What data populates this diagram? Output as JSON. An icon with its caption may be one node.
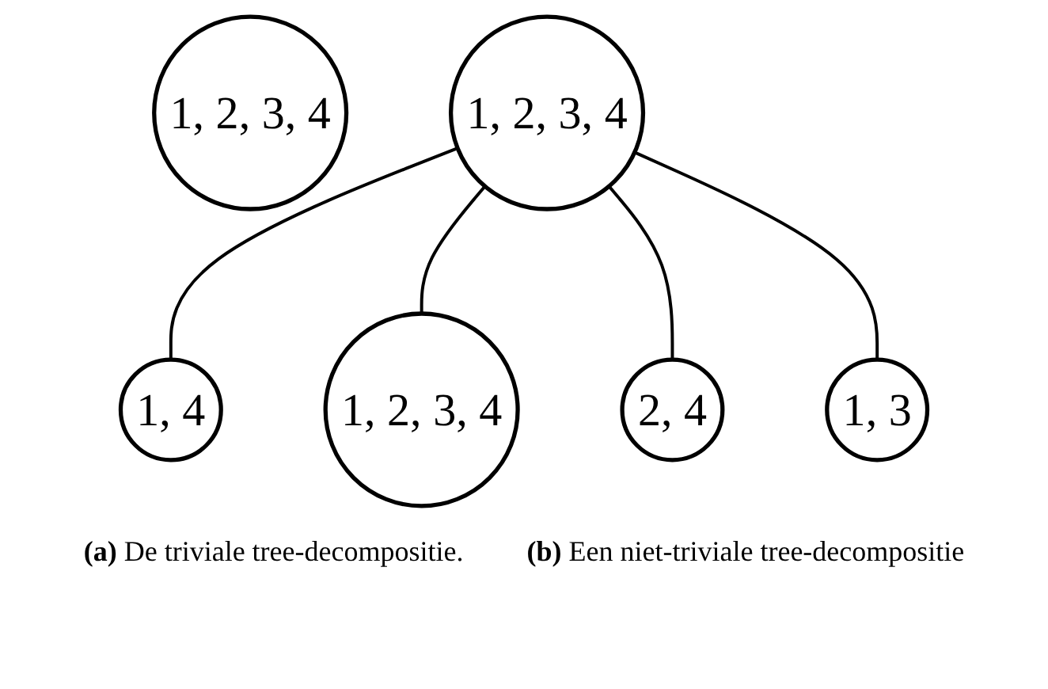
{
  "diagram": {
    "nodes": [
      {
        "text": [
          "1, 2, 3, 4"
        ]
      },
      {
        "text": [
          "1, 2, 3, 4"
        ]
      },
      {
        "text": [
          "1, 4"
        ]
      },
      {
        "text": [
          "1, 2, 3, 4"
        ]
      },
      {
        "text": [
          "2, 4"
        ]
      },
      {
        "text": [
          "1, 3"
        ]
      }
    ],
    "edges": [
      {
        "from": 1,
        "to": 2,
        "arrow": "none"
      },
      {
        "from": 1,
        "to": 3,
        "arrow": "none"
      },
      {
        "from": 1,
        "to": 4,
        "arrow": "none"
      },
      {
        "from": 1,
        "to": 5,
        "arrow": "none"
      }
    ],
    "labels": [
      "**(a)** De triviale tree-decompositie.",
      "**(b)** Een niet-triviale tree-decompositie"
    ]
  }
}
